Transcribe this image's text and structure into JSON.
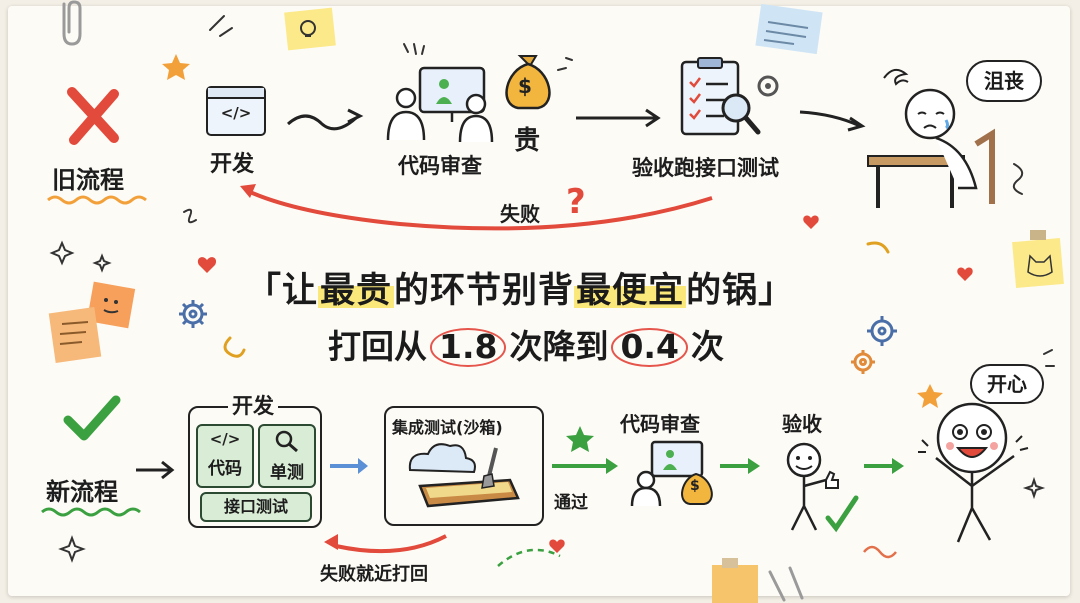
{
  "old_flow": {
    "label": "旧流程",
    "steps": {
      "dev": "开发",
      "review": "代码审查",
      "review_tag": "贵",
      "accept": "验收跑接口测试"
    },
    "fail_label": "失败",
    "mood": "沮丧",
    "icons": {
      "code": "</>",
      "money": "$"
    }
  },
  "headline": {
    "open_quote": "「",
    "line1_parts": [
      "让",
      "最贵",
      "的环节别背",
      "最便宜",
      "的锅"
    ],
    "close_quote": "」",
    "line2_prefix": "打回从",
    "value_from": "1.8",
    "line2_mid": "次降到",
    "value_to": "0.4",
    "line2_suffix": "次"
  },
  "new_flow": {
    "label": "新流程",
    "dev_box_title": "开发",
    "dev_items": [
      "代码",
      "单测"
    ],
    "dev_item_icons": [
      "</>",
      ""
    ],
    "dev_bottom": "接口测试",
    "sandbox": "集成测试(沙箱)",
    "pass_label": "通过",
    "review": "代码审查",
    "accept": "验收",
    "fail_back": "失败就近打回",
    "mood": "开心",
    "icons": {
      "money": "$"
    }
  },
  "colors": {
    "red": "#e24a3b",
    "green": "#3aa040",
    "orange_underline": "#f2a03a",
    "highlight": "#fbe87a",
    "blue_arrow": "#5b8fd6",
    "sticky_yellow": "#fbe98a",
    "sticky_orange": "#f6a05c",
    "sticky_blue": "#cfe5f6"
  }
}
